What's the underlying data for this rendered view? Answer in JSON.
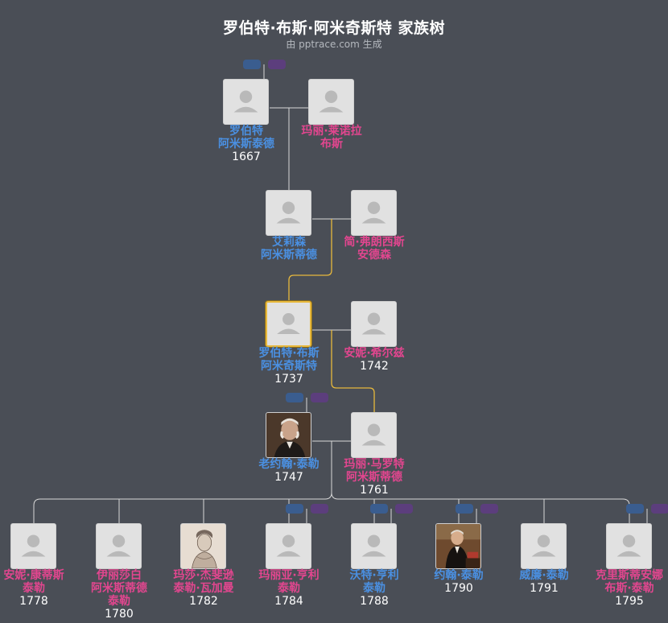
{
  "header": {
    "title": "罗伯特·布斯·阿米奇斯特 家族树",
    "subtitle": "由 pptrace.com 生成"
  },
  "colors": {
    "background": "#4a4e56",
    "male": "#4a90e2",
    "female": "#e2468f",
    "highlight_line": "#e8b93c",
    "line": "#d8d8d8"
  },
  "people": [
    {
      "id": "p1",
      "gender": "male",
      "lines": [
        "罗伯特",
        "阿米斯泰德"
      ],
      "year": "1667",
      "avatar": "placeholder-icon"
    },
    {
      "id": "p2",
      "gender": "female",
      "lines": [
        "玛丽·莱诺拉",
        "布斯"
      ],
      "year": "",
      "avatar": "placeholder-icon"
    },
    {
      "id": "p3",
      "gender": "male",
      "lines": [
        "艾莉森",
        "阿米斯蒂德"
      ],
      "year": "",
      "avatar": "placeholder-icon"
    },
    {
      "id": "p4",
      "gender": "female",
      "lines": [
        "简·弗朗西斯",
        "安德森"
      ],
      "year": "",
      "avatar": "placeholder-icon"
    },
    {
      "id": "p5",
      "gender": "male",
      "lines": [
        "罗伯特·布斯",
        "阿米奇斯特"
      ],
      "year": "1737",
      "avatar": "placeholder-icon",
      "selected": true
    },
    {
      "id": "p6",
      "gender": "female",
      "lines": [
        "安妮·希尔兹"
      ],
      "year": "1742",
      "avatar": "placeholder-icon"
    },
    {
      "id": "p7",
      "gender": "male",
      "lines": [
        "老约翰·泰勒"
      ],
      "year": "1747",
      "avatar": "portrait-old-man"
    },
    {
      "id": "p8",
      "gender": "female",
      "lines": [
        "玛丽·马罗特",
        "阿米斯蒂德"
      ],
      "year": "1761",
      "avatar": "placeholder-icon"
    },
    {
      "id": "c1",
      "gender": "female",
      "lines": [
        "安妮·康蒂斯",
        "泰勒"
      ],
      "year": "1778",
      "avatar": "placeholder-icon"
    },
    {
      "id": "c2",
      "gender": "female",
      "lines": [
        "伊丽莎白",
        "阿米斯蒂德",
        "泰勒"
      ],
      "year": "1780",
      "avatar": "placeholder-icon"
    },
    {
      "id": "c3",
      "gender": "female",
      "lines": [
        "玛莎·杰斐逊",
        "泰勒·瓦加曼"
      ],
      "year": "1782",
      "avatar": "portrait-lady-sketch"
    },
    {
      "id": "c4",
      "gender": "female",
      "lines": [
        "玛丽亚·亨利",
        "泰勒"
      ],
      "year": "1784",
      "avatar": "placeholder-icon"
    },
    {
      "id": "c5",
      "gender": "male",
      "lines": [
        "沃特·亨利",
        "泰勒"
      ],
      "year": "1788",
      "avatar": "placeholder-icon"
    },
    {
      "id": "c6",
      "gender": "male",
      "lines": [
        "约翰·泰勒"
      ],
      "year": "1790",
      "avatar": "portrait-president"
    },
    {
      "id": "c7",
      "gender": "male",
      "lines": [
        "威廉·泰勒"
      ],
      "year": "1791",
      "avatar": "placeholder-icon"
    },
    {
      "id": "c8",
      "gender": "female",
      "lines": [
        "克里斯蒂安娜",
        "布斯·泰勒"
      ],
      "year": "1795",
      "avatar": "placeholder-icon"
    }
  ]
}
